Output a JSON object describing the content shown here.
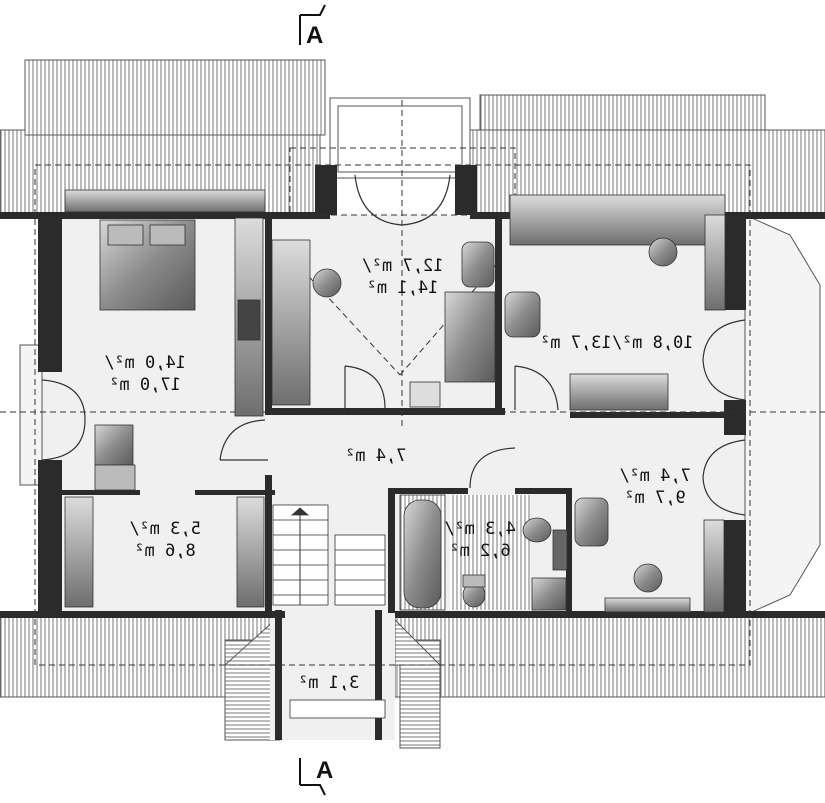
{
  "section_marker": "A",
  "rooms": [
    {
      "id": "bedroom-left",
      "label": "14,0 m²/ 17,0 m²"
    },
    {
      "id": "room-top-center",
      "label": "12,7 m²/ 14,1 m²"
    },
    {
      "id": "room-right-upper",
      "label": "10,8 m²/13,7 m²"
    },
    {
      "id": "hall",
      "label": "7,4 m²"
    },
    {
      "id": "room-right-lower",
      "label": "7,4 m²/ 9,7 m²"
    },
    {
      "id": "bathroom",
      "label": "4,3 m²/ 6,2 m²"
    },
    {
      "id": "room-left-lower",
      "label": "5,3 m²/ 8,6 m²"
    },
    {
      "id": "stair-landing",
      "label": "3,1 m²"
    }
  ],
  "colors": {
    "wall": "#2b2b2b",
    "furniture": "#8a8a8a",
    "floor": "#f0f0f0",
    "roof_hatch": "#777777"
  }
}
